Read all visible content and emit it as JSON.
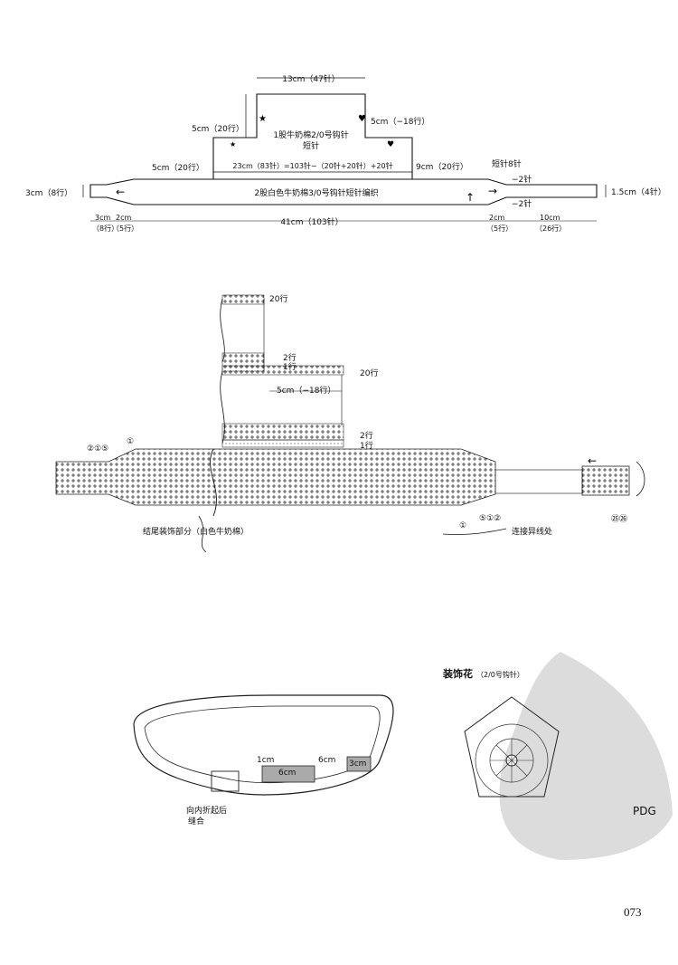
{
  "schematic": {
    "top_width": "13cm（47针）",
    "left_step_height": "5cm（20行）",
    "right_step_height": "5cm（−18行）",
    "upper_note_line1": "1股牛奶棉2/0号钩针",
    "upper_note_line2": "短针",
    "lower_left_height": "5cm（20行）",
    "mid_formula": "23cm（83针）=103针−（20针+20针）+20针",
    "right_segment": "9cm（20行）",
    "short_stitch": "短针8针",
    "band_left_height": "3cm（8行）",
    "band_note": "2股白色牛奶棉3/0号钩针短针编织",
    "minus_top": "−2针",
    "minus_bottom": "−2针",
    "band_right_height": "1.5cm（4针）",
    "bottom_left_a": "3cm",
    "bottom_left_a_rows": "（8行）",
    "bottom_left_b": "2cm",
    "bottom_left_b_rows": "（5行）",
    "total_width": "41cm（103针）",
    "bottom_right_a": "2cm",
    "bottom_right_a_rows": "（5行）",
    "bottom_right_b": "10cm",
    "bottom_right_b_rows": "（26行）"
  },
  "chart": {
    "row20_top": "20行",
    "row2_upper": "2行",
    "row1_upper": "1行",
    "row20_mid": "20行",
    "segment_5cm": "5cm（−18行）",
    "row2_lower": "2行",
    "row1_lower": "1行",
    "left_marks": "②①⑤",
    "left_circle_1": "①",
    "end_decoration_label": "结尾装饰部分（白色牛奶棉）",
    "bottom_circle_1": "①",
    "right_bottom_marks": "⑤①②",
    "connect_label": "连接异线处",
    "far_right_marks": "㉕㉖"
  },
  "belt": {
    "fold_label_line1": "向内折起后",
    "fold_label_line2": "缝合",
    "dim_1cm": "1cm",
    "dim_6cm_inner": "6cm",
    "dim_6cm_outer": "6cm",
    "dim_3cm": "3cm"
  },
  "flower": {
    "title": "装饰花",
    "hook": "（2/0号钩针）"
  },
  "watermark": {
    "text": "PDG"
  },
  "page_number": "073"
}
